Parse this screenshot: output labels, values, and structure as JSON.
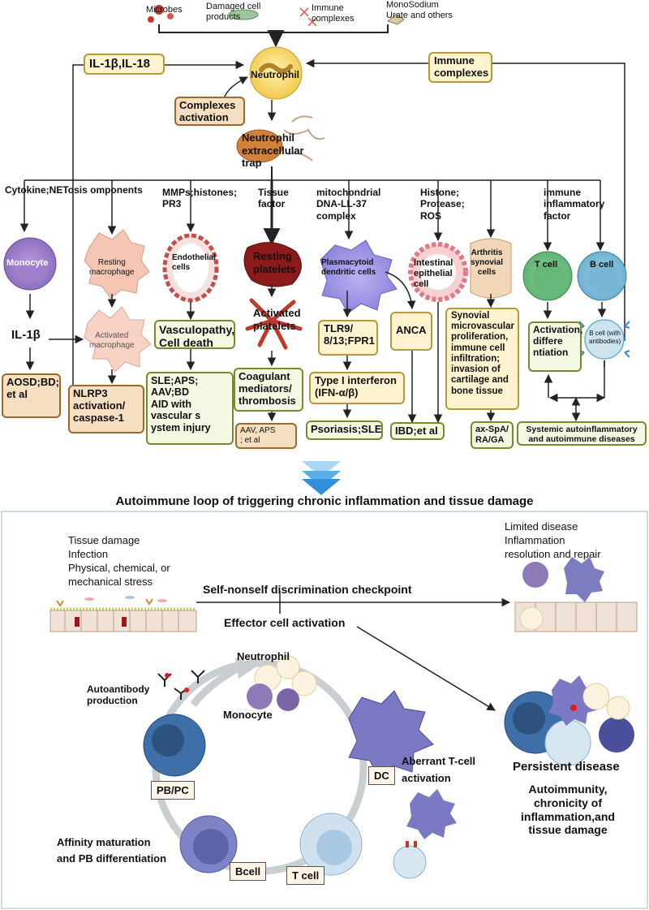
{
  "top": {
    "microbes": "Microbes",
    "damaged_cell": "Damaged cell\nproducts",
    "immune_complexes": "Immune\ncomplexes",
    "monosodium": "MonoSodium\nUrate and others",
    "neutrophil": "Neutrophil",
    "il1b_il18": "IL-1β,IL-18",
    "immune_complexes_box": "Immune\ncomplexes",
    "complexes_activation": "Complexes\nactivation",
    "net": "Neutrophil\nextracellular\ntrap"
  },
  "branches": {
    "cytokine": "Cytokine;NETosis omponents",
    "mmps": "MMPs;histones;\nPR3",
    "tissue_factor": "Tissue\nfactor",
    "mito": "mitochondrial\nDNA-LL-37\ncomplex",
    "histone": "Histone;\nProtease;\nROS",
    "immune_inflam": "immune\ninflammatory\nfactor"
  },
  "cells": {
    "monocyte": "Monocyte",
    "resting_macrophage": "Resting\nmacrophage",
    "activated_macrophage": "Activated\nmacrophage",
    "endothelial": "Endothelial\ncells",
    "resting_platelets": "Resting\nplatelets",
    "activated_platelets": "Activated\nplatelets",
    "pdc": "Plasmacytoid\ndendritic cells",
    "intestinal": "Intestinal\nepithelial\ncell",
    "arthritis": "Arthritis\nsynovial\ncells",
    "tcell": "T cell",
    "bcell": "B cell",
    "bcell_ab": "B cell (with\nantibodies)"
  },
  "mid": {
    "il1b": "IL-1β",
    "aosd": "AOSD;BD;\net al",
    "nlrp3": "NLRP3\nactivation/\ncaspase-1",
    "vasculopathy": "Vasculopathy,\nCell death",
    "sle_aps": "SLE;APS;\nAAV;BD\nAID with\nvascular s\nystem injury",
    "coagulant": "Coagulant\nmediators/\nthrombosis",
    "aav_aps": "AAV, APS\n; et al",
    "tlr": "TLR9/\n8/13;FPR1",
    "type1": "Type I interferon\n(IFN-α/β)",
    "psoriasis": "Psoriasis;SLE",
    "anca": "ANCA",
    "ibd": "IBD;et al",
    "synovial": "Synovial\nmicrovascular\nproliferation,\nimmune cell\ninfiltration;\ninvasion of\ncartilage and\nbone tissue",
    "axspa": "ax-SpA/\nRA/GA",
    "activation": "Activation,\ndiffere\nntiation",
    "systemic": "Systemic autoinflammatory\nand autoimmune diseases"
  },
  "bottom": {
    "loop_title": "Autoimmune loop of triggering  chronic inflammation and tissue damage",
    "triggers": "Tissue damage\nInfection\nPhysical, chemical, or\nmechanical stress",
    "checkpoint": "Self-nonself discrimination checkpoint",
    "effector": "Effector cell activation",
    "limited": "Limited disease\nInflammation\nresolution and repair",
    "neutrophil": "Neutrophil",
    "monocyte": "Monocyte",
    "autoantibody": "Autoantibody\nproduction",
    "pbpc": "PB/PC",
    "dc": "DC",
    "aberrant": "Aberrant T-cell\nactivation",
    "affinity": "Affinity maturation\nand PB differentiation",
    "bcell": "Bcell",
    "tcell": "T cell",
    "persistent": "Persistent disease",
    "autoimmunity": "Autoimmunity,\nchronicity of\ninflammation,and\ntissue damage"
  },
  "colors": {
    "green_border": "#7a8a2a",
    "orange_fill": "#f6dfc0",
    "chevron": "#5aaee8"
  }
}
